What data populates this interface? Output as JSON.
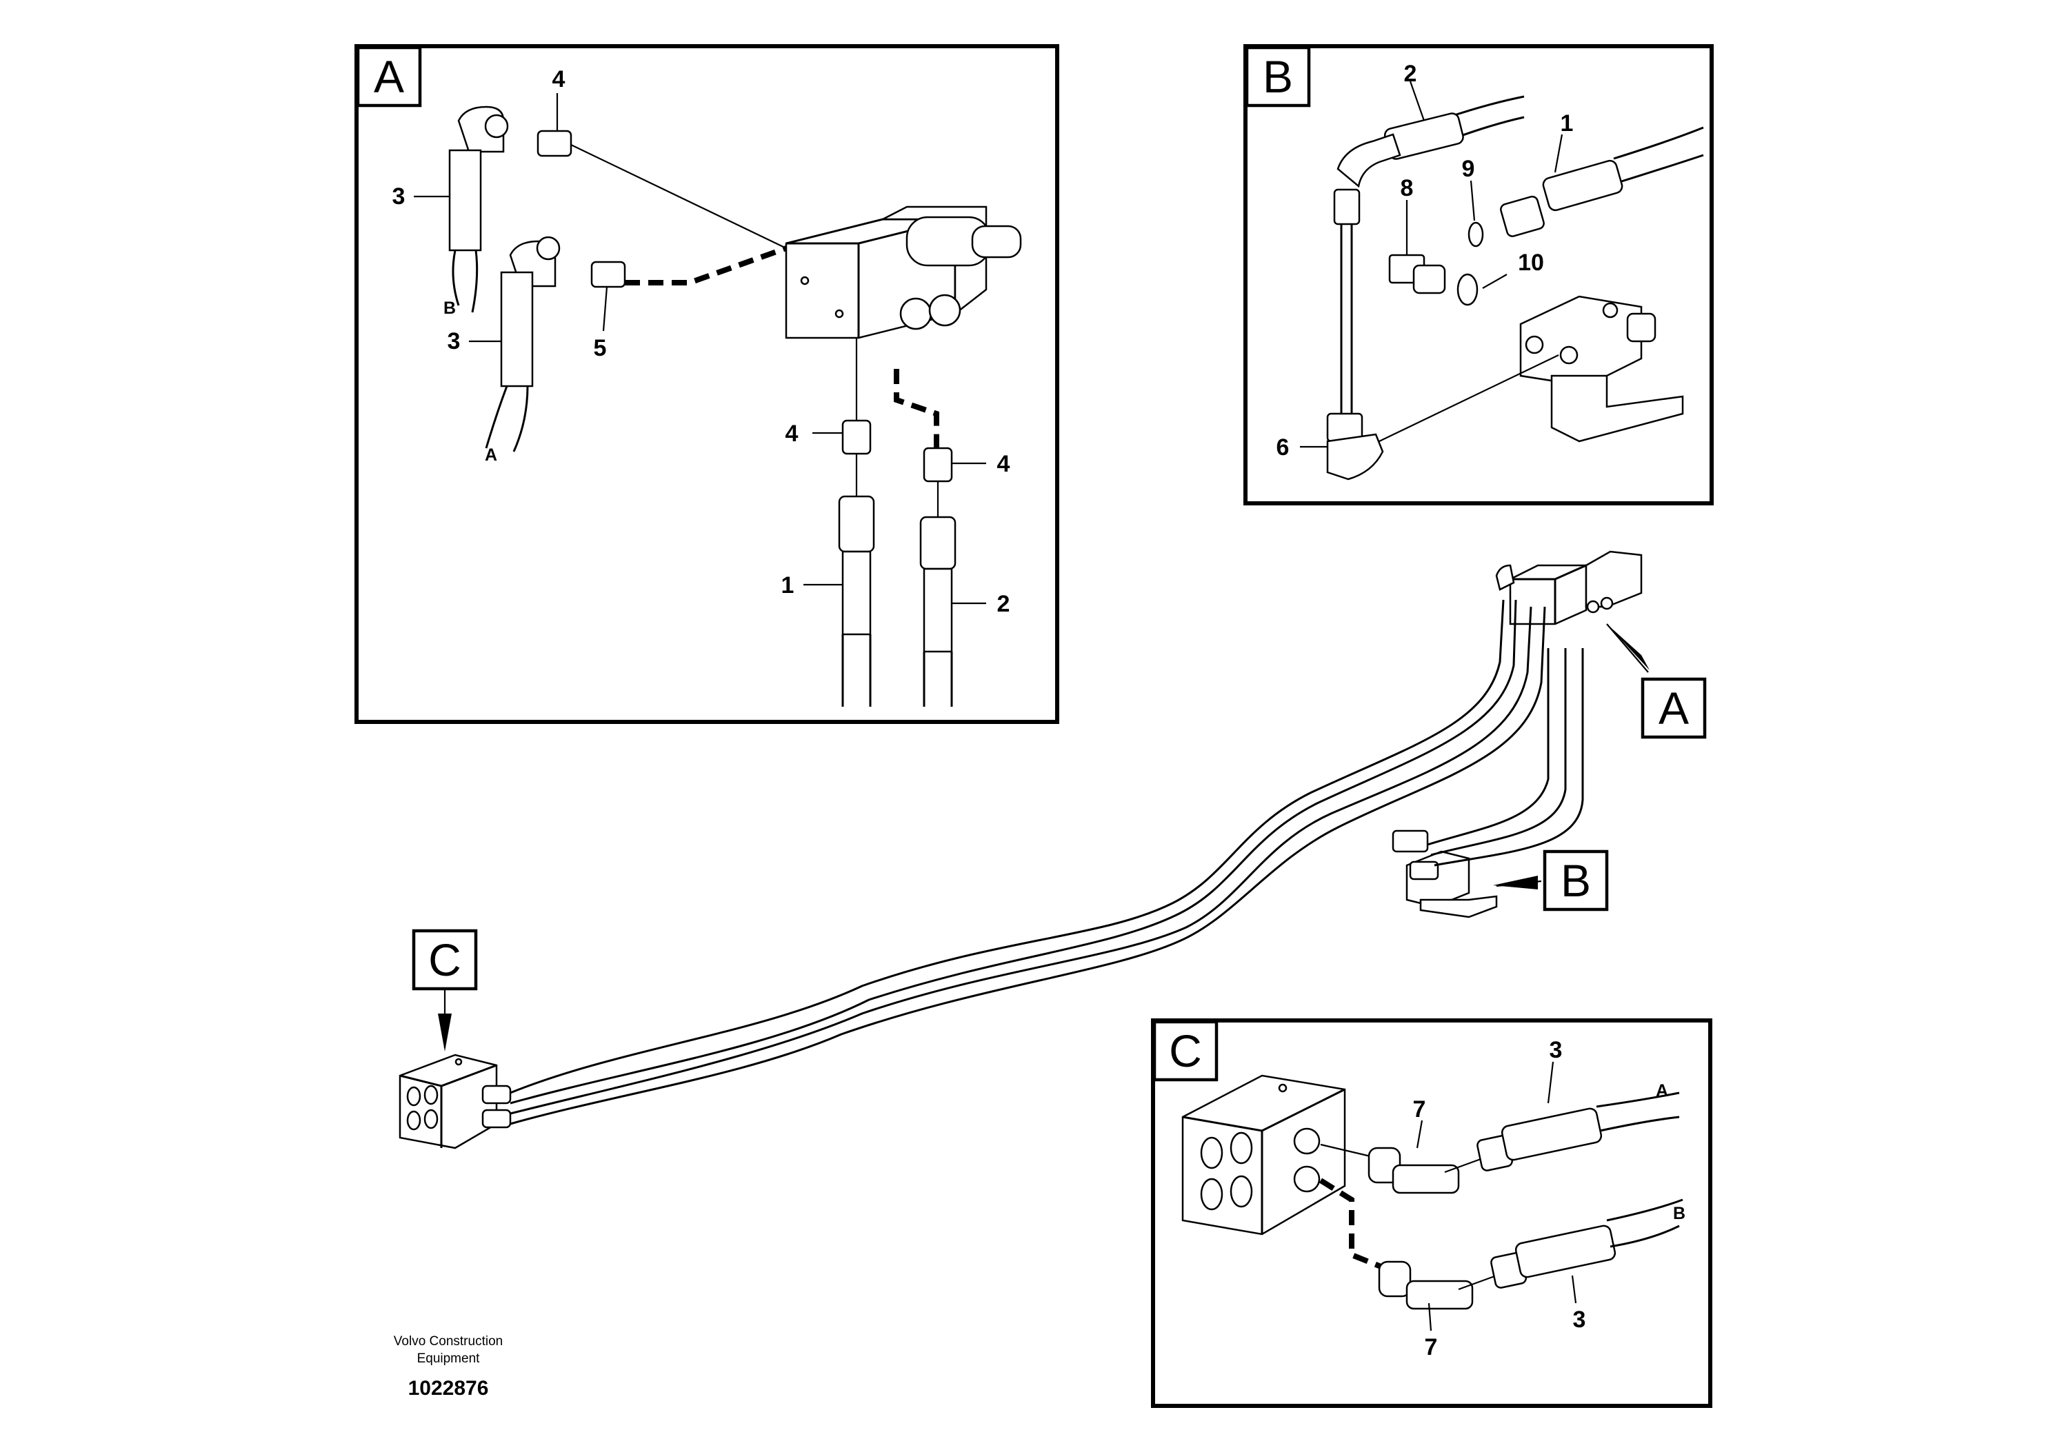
{
  "detail_views": {
    "A": {
      "label": "A",
      "callouts": [
        "4",
        "3",
        "3",
        "5",
        "4",
        "4",
        "1",
        "2"
      ],
      "ports": [
        "B",
        "A"
      ]
    },
    "B": {
      "label": "B",
      "callouts": [
        "2",
        "1",
        "9",
        "8",
        "10",
        "6"
      ]
    },
    "C": {
      "label": "C",
      "callouts": [
        "3",
        "7",
        "7",
        "3"
      ],
      "ports": [
        "A",
        "B"
      ]
    }
  },
  "overview_tags": [
    "A",
    "B",
    "C"
  ],
  "footer": {
    "company_line1": "Volvo Construction",
    "company_line2": "Equipment",
    "document_number": "1022876"
  }
}
